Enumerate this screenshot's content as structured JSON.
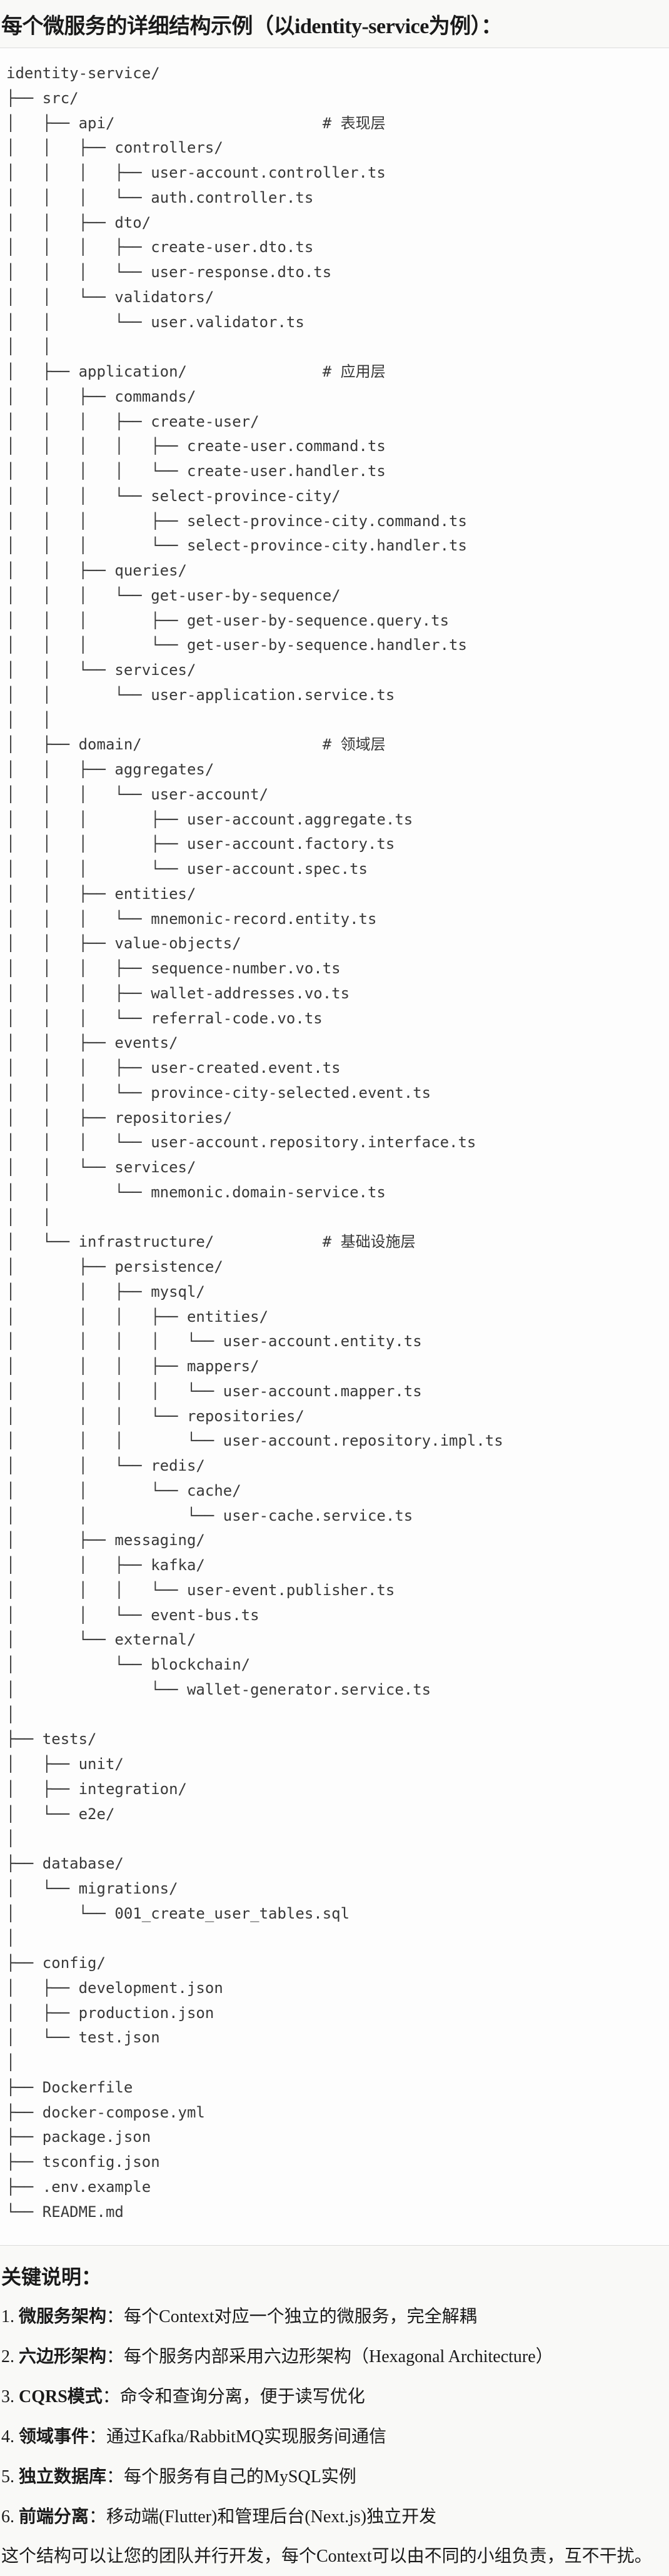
{
  "title": "每个微服务的详细结构示例（以identity-service为例）：",
  "tree_lines": [
    "identity-service/",
    "├── src/",
    "│   ├── api/                       # 表现层",
    "│   │   ├── controllers/",
    "│   │   │   ├── user-account.controller.ts",
    "│   │   │   └── auth.controller.ts",
    "│   │   ├── dto/",
    "│   │   │   ├── create-user.dto.ts",
    "│   │   │   └── user-response.dto.ts",
    "│   │   └── validators/",
    "│   │       └── user.validator.ts",
    "│   │",
    "│   ├── application/               # 应用层",
    "│   │   ├── commands/",
    "│   │   │   ├── create-user/",
    "│   │   │   │   ├── create-user.command.ts",
    "│   │   │   │   └── create-user.handler.ts",
    "│   │   │   └── select-province-city/",
    "│   │   │       ├── select-province-city.command.ts",
    "│   │   │       └── select-province-city.handler.ts",
    "│   │   ├── queries/",
    "│   │   │   └── get-user-by-sequence/",
    "│   │   │       ├── get-user-by-sequence.query.ts",
    "│   │   │       └── get-user-by-sequence.handler.ts",
    "│   │   └── services/",
    "│   │       └── user-application.service.ts",
    "│   │",
    "│   ├── domain/                    # 领域层",
    "│   │   ├── aggregates/",
    "│   │   │   └── user-account/",
    "│   │   │       ├── user-account.aggregate.ts",
    "│   │   │       ├── user-account.factory.ts",
    "│   │   │       └── user-account.spec.ts",
    "│   │   ├── entities/",
    "│   │   │   └── mnemonic-record.entity.ts",
    "│   │   ├── value-objects/",
    "│   │   │   ├── sequence-number.vo.ts",
    "│   │   │   ├── wallet-addresses.vo.ts",
    "│   │   │   └── referral-code.vo.ts",
    "│   │   ├── events/",
    "│   │   │   ├── user-created.event.ts",
    "│   │   │   └── province-city-selected.event.ts",
    "│   │   ├── repositories/",
    "│   │   │   └── user-account.repository.interface.ts",
    "│   │   └── services/",
    "│   │       └── mnemonic.domain-service.ts",
    "│   │",
    "│   └── infrastructure/            # 基础设施层",
    "│       ├── persistence/",
    "│       │   ├── mysql/",
    "│       │   │   ├── entities/",
    "│       │   │   │   └── user-account.entity.ts",
    "│       │   │   ├── mappers/",
    "│       │   │   │   └── user-account.mapper.ts",
    "│       │   │   └── repositories/",
    "│       │   │       └── user-account.repository.impl.ts",
    "│       │   └── redis/",
    "│       │       └── cache/",
    "│       │           └── user-cache.service.ts",
    "│       ├── messaging/",
    "│       │   ├── kafka/",
    "│       │   │   └── user-event.publisher.ts",
    "│       │   └── event-bus.ts",
    "│       └── external/",
    "│           └── blockchain/",
    "│               └── wallet-generator.service.ts",
    "│",
    "├── tests/",
    "│   ├── unit/",
    "│   ├── integration/",
    "│   └── e2e/",
    "│",
    "├── database/",
    "│   └── migrations/",
    "│       └── 001_create_user_tables.sql",
    "│",
    "├── config/",
    "│   ├── development.json",
    "│   ├── production.json",
    "│   └── test.json",
    "│",
    "├── Dockerfile",
    "├── docker-compose.yml",
    "├── package.json",
    "├── tsconfig.json",
    "├── .env.example",
    "└── README.md"
  ],
  "notes": {
    "heading": "关键说明：",
    "items": [
      {
        "number": "1. ",
        "term": "微服务架构",
        "desc": "：每个Context对应一个独立的微服务，完全解耦"
      },
      {
        "number": "2. ",
        "term": "六边形架构",
        "desc": "：每个服务内部采用六边形架构（Hexagonal Architecture）"
      },
      {
        "number": "3. ",
        "term": "CQRS模式",
        "desc": "：命令和查询分离，便于读写优化"
      },
      {
        "number": "4. ",
        "term": "领域事件",
        "desc": "：通过Kafka/RabbitMQ实现服务间通信"
      },
      {
        "number": "5. ",
        "term": "独立数据库",
        "desc": "：每个服务有自己的MySQL实例"
      },
      {
        "number": "6. ",
        "term": "前端分离",
        "desc": "：移动端(Flutter)和管理后台(Next.js)独立开发"
      }
    ],
    "closing": "这个结构可以让您的团队并行开发，每个Context可以由不同的小组负责，互不干扰。"
  }
}
